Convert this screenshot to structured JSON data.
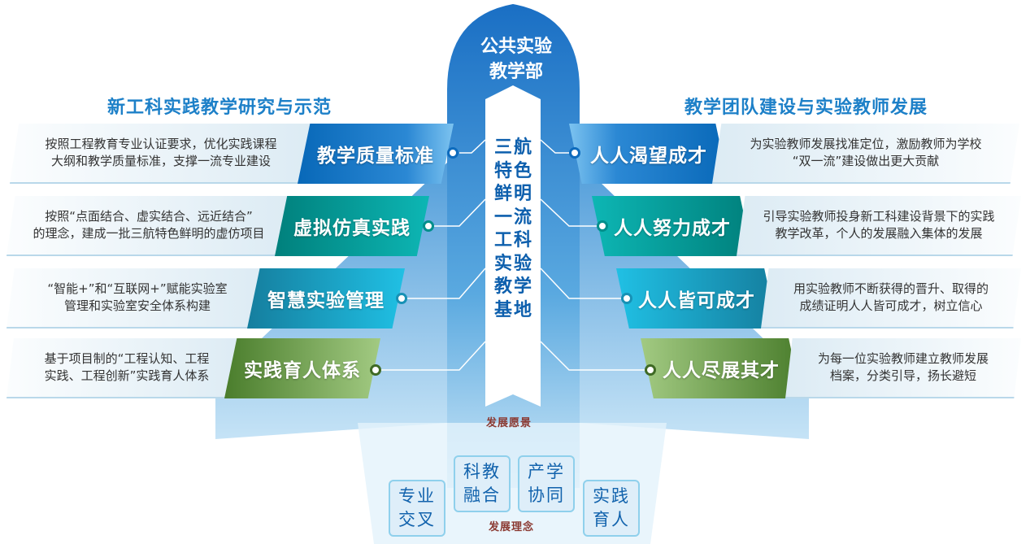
{
  "center": {
    "top_label": [
      "公共实验",
      "教学部"
    ],
    "banner_chars": [
      "三航",
      "特色",
      "鲜明",
      "一流",
      "工科",
      "实验",
      "教学",
      "基地"
    ],
    "vision_label": "发展愿景",
    "concept_label": "发展理念"
  },
  "left": {
    "heading": "新工科实践教学研究与示范",
    "items": [
      {
        "title": "教学质量标准",
        "desc": [
          "按照工程教育专业认证要求，优化实践课程",
          "大纲和教学质量标准，支撑一流专业建设"
        ]
      },
      {
        "title": "虚拟仿真实践",
        "desc": [
          "按照“点面结合、虚实结合、远近结合”",
          "的理念，建成一批三航特色鲜明的虚仿项目"
        ]
      },
      {
        "title": "智慧实验管理",
        "desc": [
          "“智能+”和“互联网+”赋能实验室",
          "管理和实验室安全体系构建"
        ]
      },
      {
        "title": "实践育人体系",
        "desc": [
          "基于项目制的“工程认知、工程",
          "实践、工程创新”实践育人体系"
        ]
      }
    ]
  },
  "right": {
    "heading": "教学团队建设与实验教师发展",
    "items": [
      {
        "title": "人人渴望成才",
        "desc": [
          "为实验教师发展找准定位，激励教师为学校",
          "“双一流”建设做出更大贡献"
        ]
      },
      {
        "title": "人人努力成才",
        "desc": [
          "引导实验教师投身新工科建设背景下的实践",
          "教学改革，个人的发展融入集体的发展"
        ]
      },
      {
        "title": "人人皆可成才",
        "desc": [
          "用实验教师不断获得的晋升、取得的",
          "成绩证明人人皆可成才，树立信心"
        ]
      },
      {
        "title": "人人尽展其才",
        "desc": [
          "为每一位实验教师建立教师发展",
          "档案，分类引导，扬长避短"
        ]
      }
    ]
  },
  "concepts": [
    {
      "lines": [
        "专业",
        "交叉"
      ]
    },
    {
      "lines": [
        "科教",
        "融合"
      ]
    },
    {
      "lines": [
        "产学",
        "协同"
      ]
    },
    {
      "lines": [
        "实践",
        "育人"
      ]
    }
  ],
  "colors": {
    "blue": "#0d6bbd",
    "teal": "#00918c",
    "cyan": "#1b9fc6",
    "green": "#5a8c3a",
    "label": "#8b3a32"
  }
}
